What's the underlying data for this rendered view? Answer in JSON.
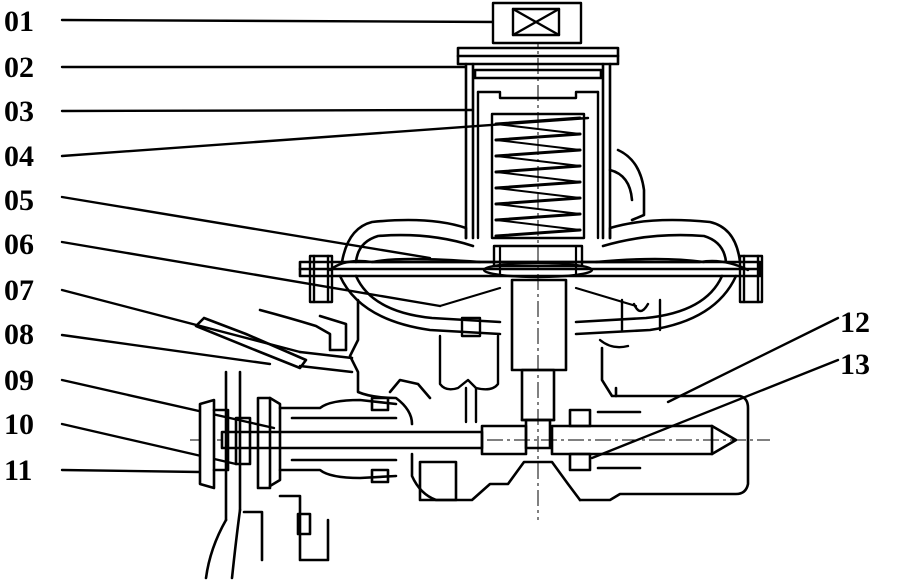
{
  "labels": {
    "l01": "01",
    "l02": "02",
    "l03": "03",
    "l04": "04",
    "l05": "05",
    "l06": "06",
    "l07": "07",
    "l08": "08",
    "l09": "09",
    "l10": "10",
    "l11": "11",
    "l12": "12",
    "l13": "13"
  }
}
